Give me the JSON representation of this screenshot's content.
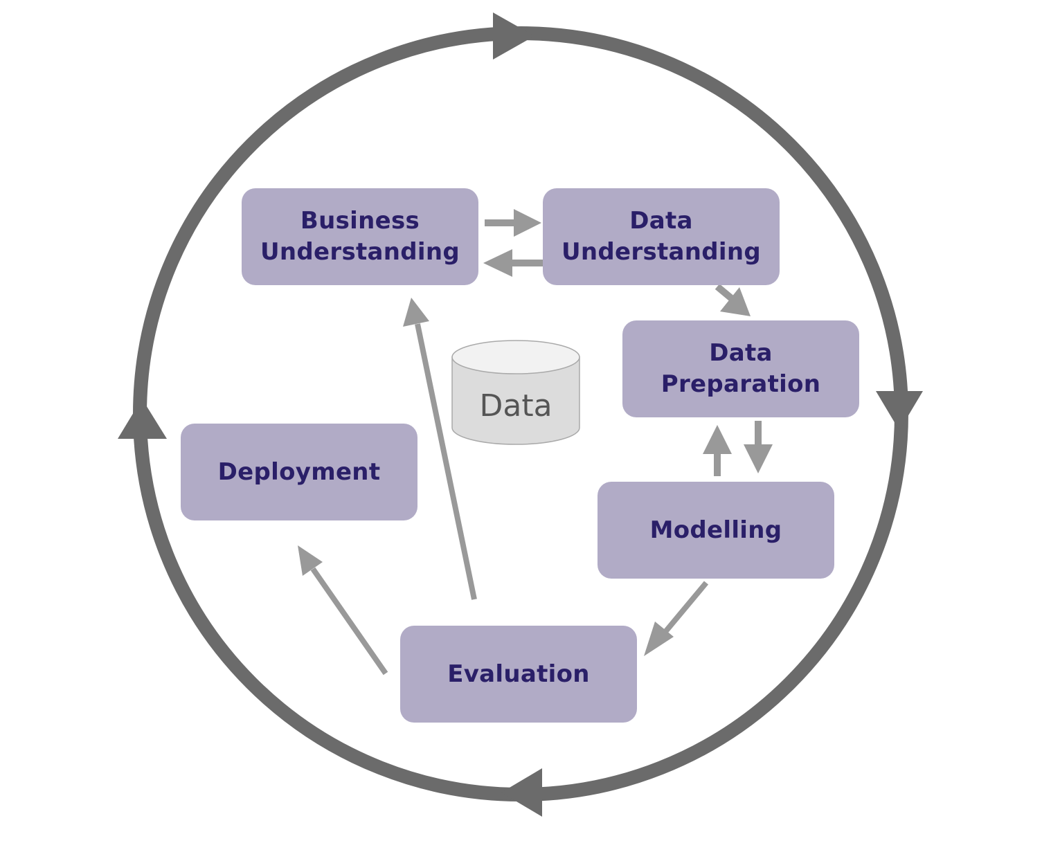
{
  "colors": {
    "box_fill": "#b1abc6",
    "box_text": "#2a1f68",
    "cycle": "#6b6b6b",
    "flow_arrow": "#999999",
    "cylinder_fill": "#dcdcdc",
    "cylinder_stroke": "#a9a9a9",
    "cylinder_text": "#555555"
  },
  "phases": {
    "business_understanding": "Business Understanding",
    "data_understanding": "Data Understanding",
    "data_preparation": "Data Preparation",
    "modelling": "Modelling",
    "evaluation": "Evaluation",
    "deployment": "Deployment"
  },
  "data_store": {
    "label": "Data"
  },
  "cycle": {
    "direction": "clockwise"
  }
}
